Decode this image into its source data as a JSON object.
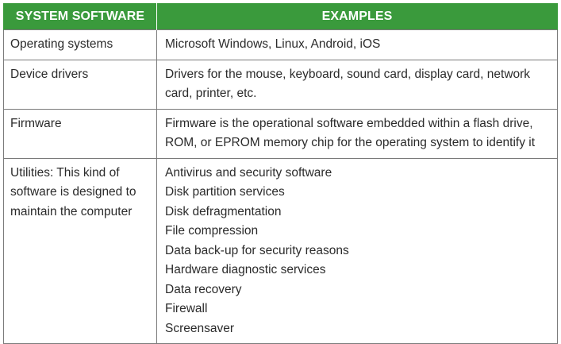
{
  "table": {
    "headers": [
      "SYSTEM SOFTWARE",
      "EXAMPLES"
    ],
    "rows": [
      {
        "category": "Operating systems",
        "examples": [
          "Microsoft Windows, Linux, Android, iOS"
        ]
      },
      {
        "category": "Device drivers",
        "examples": [
          "Drivers for the mouse, keyboard, sound card, display card, network",
          "card, printer, etc."
        ]
      },
      {
        "category": "Firmware",
        "examples": [
          "Firmware is the operational software embedded within a flash drive,",
          "ROM, or EPROM memory chip for the operating system to identify it"
        ]
      },
      {
        "category": "Utilities: This kind of software is designed to maintain the computer",
        "examples": [
          "Antivirus and security software",
          "Disk partition services",
          "Disk defragmentation",
          "File compression",
          "Data back-up for security reasons",
          "Hardware diagnostic services",
          "Data recovery",
          "Firewall",
          "Screensaver"
        ]
      }
    ]
  },
  "colors": {
    "header_background": "#3a9a3c",
    "header_text": "#ffffff",
    "border": "#7a7a7a"
  }
}
